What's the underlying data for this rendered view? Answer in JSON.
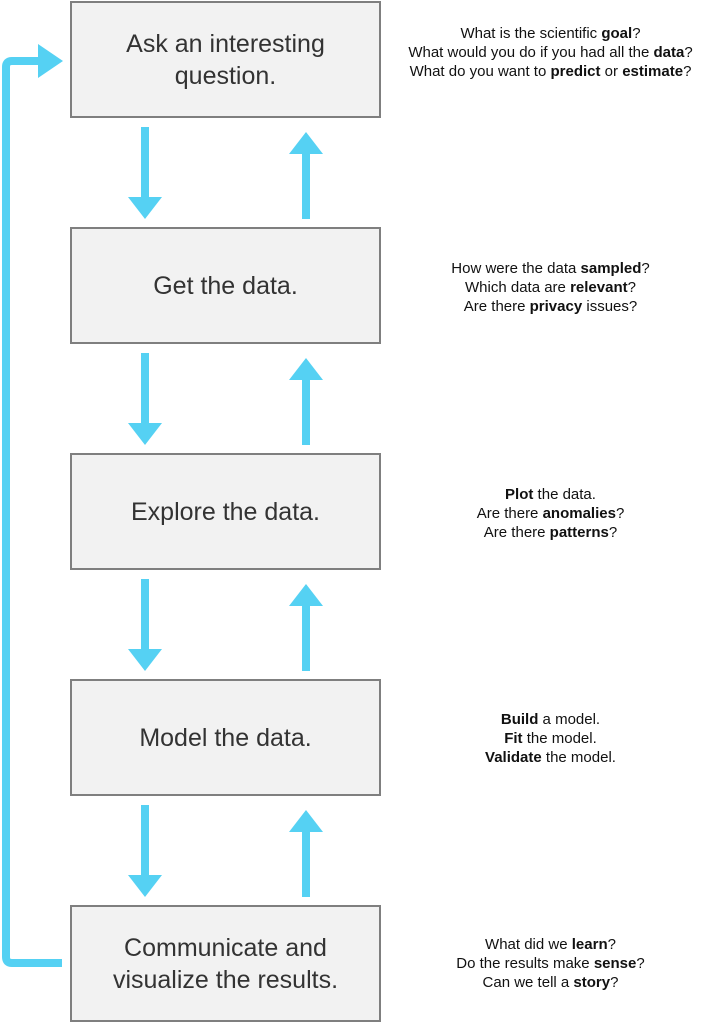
{
  "colors": {
    "arrow": "#55d1f3",
    "box_fill": "#f2f2f2",
    "box_border": "#7f7f7f",
    "box_text": "#333333",
    "question_text": "#111111"
  },
  "steps": [
    {
      "label_lines": [
        "Ask an interesting",
        "question."
      ],
      "questions": [
        [
          {
            "t": "What is the scientific ",
            "b": false
          },
          {
            "t": "goal",
            "b": true
          },
          {
            "t": "?",
            "b": false
          }
        ],
        [
          {
            "t": "What would you do if you had all the ",
            "b": false
          },
          {
            "t": "data",
            "b": true
          },
          {
            "t": "?",
            "b": false
          }
        ],
        [
          {
            "t": "What do you want to ",
            "b": false
          },
          {
            "t": "predict",
            "b": true
          },
          {
            "t": " or ",
            "b": false
          },
          {
            "t": "estimate",
            "b": true
          },
          {
            "t": "?",
            "b": false
          }
        ]
      ]
    },
    {
      "label_lines": [
        "Get the data."
      ],
      "questions": [
        [
          {
            "t": "How were the data ",
            "b": false
          },
          {
            "t": "sampled",
            "b": true
          },
          {
            "t": "?",
            "b": false
          }
        ],
        [
          {
            "t": "Which data are ",
            "b": false
          },
          {
            "t": "relevant",
            "b": true
          },
          {
            "t": "?",
            "b": false
          }
        ],
        [
          {
            "t": "Are there ",
            "b": false
          },
          {
            "t": "privacy",
            "b": true
          },
          {
            "t": " issues?",
            "b": false
          }
        ]
      ]
    },
    {
      "label_lines": [
        "Explore the data."
      ],
      "questions": [
        [
          {
            "t": "Plot",
            "b": true
          },
          {
            "t": " the data.",
            "b": false
          }
        ],
        [
          {
            "t": "Are there ",
            "b": false
          },
          {
            "t": "anomalies",
            "b": true
          },
          {
            "t": "?",
            "b": false
          }
        ],
        [
          {
            "t": "Are there ",
            "b": false
          },
          {
            "t": "patterns",
            "b": true
          },
          {
            "t": "?",
            "b": false
          }
        ]
      ]
    },
    {
      "label_lines": [
        "Model the data."
      ],
      "questions": [
        [
          {
            "t": "Build",
            "b": true
          },
          {
            "t": " a model.",
            "b": false
          }
        ],
        [
          {
            "t": "Fit",
            "b": true
          },
          {
            "t": " the model.",
            "b": false
          }
        ],
        [
          {
            "t": "Validate",
            "b": true
          },
          {
            "t": " the model.",
            "b": false
          }
        ]
      ]
    },
    {
      "label_lines": [
        "Communicate and",
        "visualize the results."
      ],
      "questions": [
        [
          {
            "t": "What did we ",
            "b": false
          },
          {
            "t": "learn",
            "b": true
          },
          {
            "t": "?",
            "b": false
          }
        ],
        [
          {
            "t": "Do the results make ",
            "b": false
          },
          {
            "t": "sense",
            "b": true
          },
          {
            "t": "?",
            "b": false
          }
        ],
        [
          {
            "t": "Can we tell a ",
            "b": false
          },
          {
            "t": "story",
            "b": true
          },
          {
            "t": "?",
            "b": false
          }
        ]
      ]
    }
  ]
}
